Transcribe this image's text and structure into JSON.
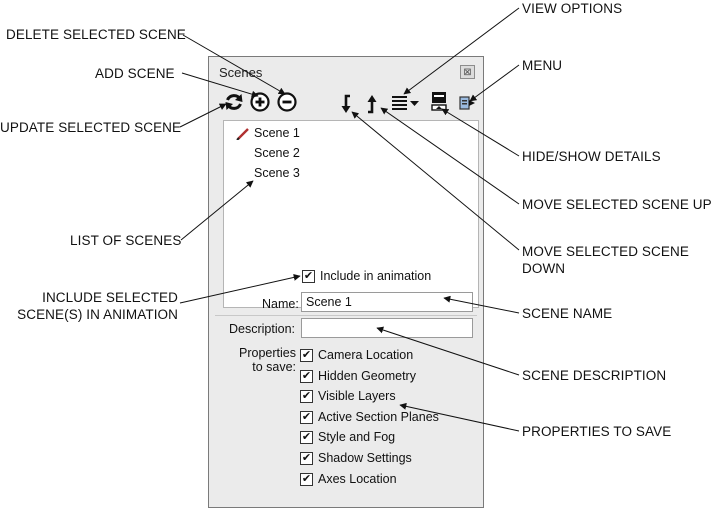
{
  "callouts": {
    "delete_selected_scene": "DELETE SELECTED SCENE",
    "add_scene": "ADD SCENE",
    "update_selected_scene": "UPDATE SELECTED SCENE",
    "list_of_scenes": "LIST OF SCENES",
    "include_line1": "INCLUDE SELECTED",
    "include_line2": "SCENE(S) IN ANIMATION",
    "view_options": "VIEW OPTIONS",
    "menu": "MENU",
    "hide_show_details": "HIDE/SHOW DETAILS",
    "move_up": "MOVE SELECTED SCENE UP",
    "move_down_line1": "MOVE SELECTED SCENE",
    "move_down_line2": "DOWN",
    "scene_name": "SCENE NAME",
    "scene_description": "SCENE DESCRIPTION",
    "properties_to_save": "PROPERTIES TO SAVE"
  },
  "panel": {
    "title": "Scenes",
    "close_glyph": "⊠"
  },
  "scenes": [
    "Scene 1",
    "Scene 2",
    "Scene 3"
  ],
  "details": {
    "include_label": "Include in animation",
    "name_label": "Name:",
    "name_value": "Scene 1",
    "description_label": "Description:",
    "description_value": "",
    "properties_label_line1": "Properties",
    "properties_label_line2": "to save:",
    "check_glyph": "✔",
    "properties": [
      "Camera Location",
      "Hidden Geometry",
      "Visible Layers",
      "Active Section Planes",
      "Style and Fog",
      "Shadow Settings",
      "Axes Location"
    ]
  },
  "icons": {
    "update": "refresh-icon",
    "add": "plus-circle-icon",
    "delete": "minus-circle-icon",
    "move_down": "arrow-down-icon",
    "move_up": "arrow-up-icon",
    "view_options": "list-view-icon",
    "hide_show": "details-toggle-icon",
    "menu": "menu-icon"
  }
}
